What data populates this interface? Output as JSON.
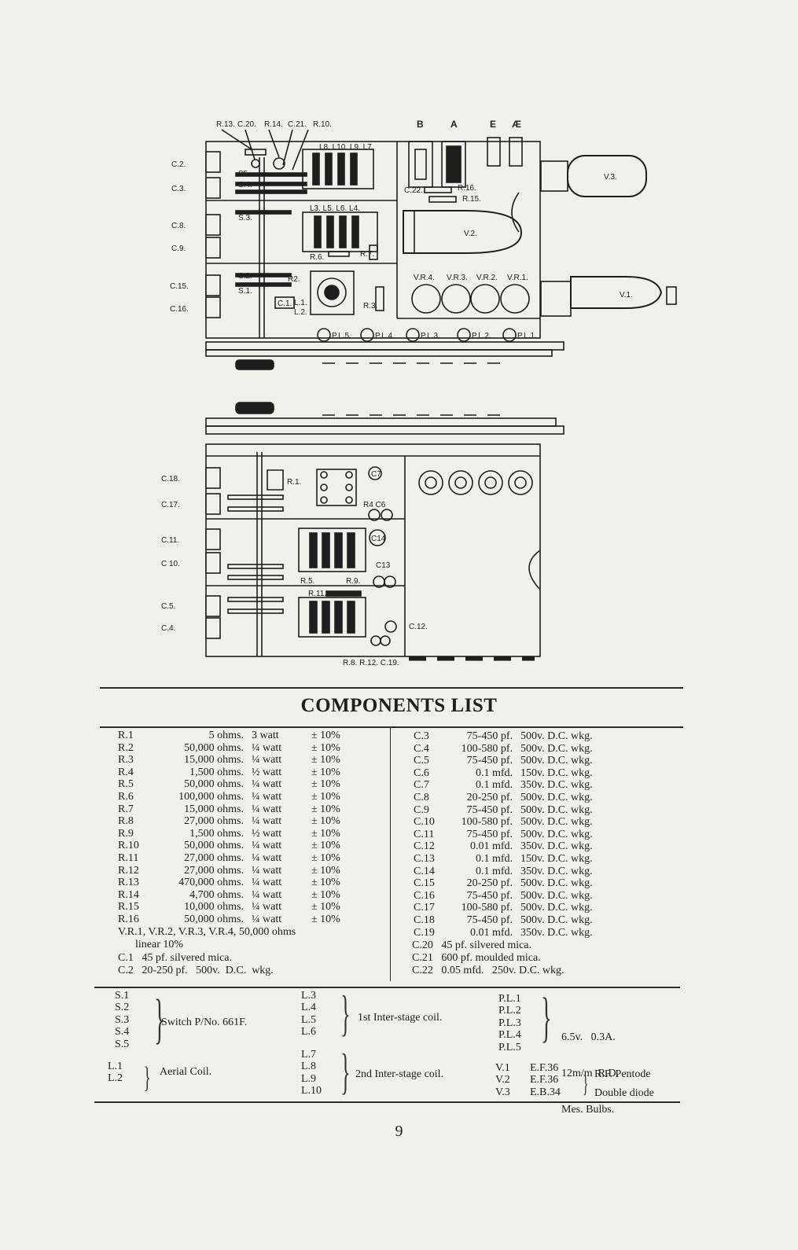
{
  "diagram_top": {
    "top_labels": [
      "R.13.",
      "C.20.",
      "R.14.",
      "C.21.",
      "R.10."
    ],
    "terminals": [
      "B",
      "A",
      "E",
      "Æ"
    ],
    "left_caps": [
      "C.2.",
      "C.3.",
      "C.8.",
      "C.9.",
      "C.15.",
      "C.16."
    ],
    "switch_labels": [
      "S5.",
      "S.4.",
      "S.3.",
      "S.2.",
      "S.1."
    ],
    "coil_top": "L8. L10. L9. L7.",
    "coil_mid": "L3. L5. L6. L4.",
    "r16": "R.16.",
    "r15": "R.15.",
    "c22": "C.22.",
    "r6": "R.6.",
    "r7": "R.7.",
    "r2": "R2.",
    "r3": "R.3.",
    "c1": "C.1.",
    "l1": "L.1.",
    "l2": "L.2.",
    "valves": [
      "V.3.",
      "V.2.",
      "V.1."
    ],
    "vr_labels": [
      "V.R.4.",
      "V.R.3.",
      "V.R.2.",
      "V.R.1."
    ],
    "pilot_lamps": [
      "P.L.5.",
      "P.L.4.",
      "P.L.3.",
      "P.L.2.",
      "P.L.1."
    ]
  },
  "diagram_bottom": {
    "left_caps": [
      "C.18.",
      "C.17.",
      "C.11.",
      "C 10.",
      "C.5.",
      "C.4."
    ],
    "r1": "R.1.",
    "c7": "C7",
    "r4c6": "R4 C6",
    "c14": "C14",
    "c13": "C13",
    "r5": "R.5.",
    "r9": "R.9.",
    "r11": "R.11.",
    "c12": "C.12.",
    "bottom_row": "R.8. R.12. C.19."
  },
  "heading": "COMPONENTS LIST",
  "resistors": [
    [
      "R.1",
      "5 ohms.",
      "3 watt",
      "± 10%"
    ],
    [
      "R.2",
      "50,000 ohms.",
      "¼ watt",
      "± 10%"
    ],
    [
      "R.3",
      "15,000 ohms.",
      "¼ watt",
      "± 10%"
    ],
    [
      "R.4",
      "1,500 ohms.",
      "½ watt",
      "± 10%"
    ],
    [
      "R.5",
      "50,000 ohms.",
      "¼ watt",
      "± 10%"
    ],
    [
      "R.6",
      "100,000 ohms.",
      "¼ watt",
      "± 10%"
    ],
    [
      "R.7",
      "15,000 ohms.",
      "¼ watt",
      "± 10%"
    ],
    [
      "R.8",
      "27,000 ohms.",
      "¼ watt",
      "± 10%"
    ],
    [
      "R.9",
      "1,500 ohms.",
      "½ watt",
      "± 10%"
    ],
    [
      "R.10",
      "50,000 ohms.",
      "¼ watt",
      "± 10%"
    ],
    [
      "R.11",
      "27,000 ohms.",
      "¼ watt",
      "± 10%"
    ],
    [
      "R.12",
      "27,000 ohms.",
      "¼ watt",
      "± 10%"
    ],
    [
      "R.13",
      "470,000 ohms.",
      "¼ watt",
      "± 10%"
    ],
    [
      "R.14",
      "4,700 ohms.",
      "¼ watt",
      "± 10%"
    ],
    [
      "R.15",
      "10,000 ohms.",
      "¼ watt",
      "± 10%"
    ],
    [
      "R.16",
      "50,000 ohms.",
      "¼ watt",
      "± 10%"
    ]
  ],
  "vr_line1": "V.R.1, V.R.2, V.R.3, V.R.4, 50,000 ohms",
  "vr_line2": "linear 10%",
  "c1_line": "C.1   45 pf. silvered mica.",
  "c2_line": "C.2   20-250 pf.   500v.  D.C.  wkg.",
  "capacitors": [
    [
      "C.3",
      "75-450 pf.",
      "500v. D.C. wkg."
    ],
    [
      "C.4",
      "100-580 pf.",
      "500v. D.C. wkg."
    ],
    [
      "C.5",
      "75-450 pf.",
      "500v. D.C. wkg."
    ],
    [
      "C.6",
      "0.1 mfd.",
      "150v. D.C. wkg."
    ],
    [
      "C.7",
      "0.1 mfd.",
      "350v. D.C. wkg."
    ],
    [
      "C.8",
      "20-250 pf.",
      "500v. D.C. wkg."
    ],
    [
      "C.9",
      "75-450 pf.",
      "500v. D.C. wkg."
    ],
    [
      "C.10",
      "100-580 pf.",
      "500v. D.C. wkg."
    ],
    [
      "C.11",
      "75-450 pf.",
      "500v. D.C. wkg."
    ],
    [
      "C.12",
      "0.01 mfd.",
      "350v. D.C. wkg."
    ],
    [
      "C.13",
      "0.1 mfd.",
      "150v. D.C. wkg."
    ],
    [
      "C.14",
      "0.1 mfd.",
      "350v. D.C. wkg."
    ],
    [
      "C.15",
      "20-250 pf.",
      "500v. D.C. wkg."
    ],
    [
      "C.16",
      "75-450 pf.",
      "500v. D.C. wkg."
    ],
    [
      "C.17",
      "100-580 pf.",
      "500v. D.C. wkg."
    ],
    [
      "C.18",
      "75-450 pf.",
      "500v. D.C. wkg."
    ],
    [
      "C.19",
      "0.01 mfd.",
      "350v. D.C. wkg."
    ]
  ],
  "c20_line": "C.20   45 pf. silvered mica.",
  "c21_line": "C.21   600 pf. moulded mica.",
  "c22_line": "C.22   0.05 mfd.   250v. D.C. wkg.",
  "switches": [
    "S.1",
    "S.2",
    "S.3",
    "S.4",
    "S.5"
  ],
  "switch_desc": "Switch P/No. 661F.",
  "aerial_coils": [
    "L.1",
    "L.2"
  ],
  "aerial_desc": "Aerial Coil.",
  "coils_1st": [
    "L.3",
    "L.4",
    "L.5",
    "L.6"
  ],
  "coils_1st_desc": "1st Inter-stage coil.",
  "coils_2nd": [
    "L.7",
    "L.8",
    "L.9",
    "L.10"
  ],
  "coils_2nd_desc": "2nd Inter-stage coil.",
  "lamps": [
    "P.L.1",
    "P.L.2",
    "P.L.3",
    "P.L.4",
    "P.L.5"
  ],
  "lamps_desc": [
    "6.5v.   0.3A.",
    "12m/m  R.D.",
    "Mes. Bulbs."
  ],
  "valves": [
    [
      "V.1",
      "E.F.36"
    ],
    [
      "V.2",
      "E.F.36"
    ],
    [
      "V.3",
      "E.B.34"
    ]
  ],
  "valve_desc": [
    "R.F. Pentode",
    "Double diode"
  ],
  "page_number": "9"
}
